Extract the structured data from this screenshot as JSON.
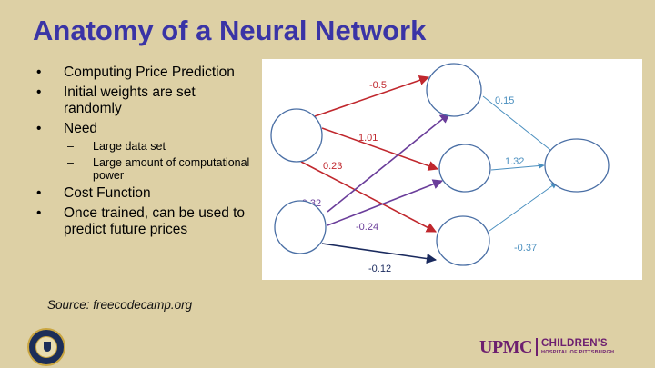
{
  "title": "Anatomy of a Neural Network",
  "bullets": [
    {
      "text": "Computing Price Prediction"
    },
    {
      "text": "Initial weights are set randomly"
    },
    {
      "text": "Need",
      "sub": [
        "Large data set",
        "Large amount of computational power"
      ]
    },
    {
      "text": "Cost Function"
    },
    {
      "text": "Once trained, can be used to predict future prices"
    }
  ],
  "bullet_marker": "•",
  "sub_marker": "–",
  "source": "Source: freecodecamp.org",
  "diagram": {
    "nodes": [
      "input-1",
      "input-2",
      "hidden-1",
      "hidden-2",
      "hidden-3",
      "output"
    ],
    "edges": [
      {
        "from": "input-1",
        "to": "hidden-1",
        "weight": "-0.5",
        "color": "#c0272d"
      },
      {
        "from": "input-1",
        "to": "hidden-2",
        "weight": "1.01",
        "color": "#c0272d"
      },
      {
        "from": "input-1",
        "to": "hidden-3",
        "weight": "0.23",
        "color": "#c0272d"
      },
      {
        "from": "input-2",
        "to": "hidden-1",
        "weight": "-0.32",
        "color": "#6a3d9a"
      },
      {
        "from": "input-2",
        "to": "hidden-2",
        "weight": "-0.24",
        "color": "#6a3d9a"
      },
      {
        "from": "input-2",
        "to": "hidden-3",
        "weight": "-0.12",
        "color": "#1a2a5e"
      },
      {
        "from": "hidden-1",
        "to": "output",
        "weight": "0.15",
        "color": "#4a8fbf"
      },
      {
        "from": "hidden-2",
        "to": "output",
        "weight": "1.32",
        "color": "#4a8fbf"
      },
      {
        "from": "hidden-3",
        "to": "output",
        "weight": "-0.37",
        "color": "#4a8fbf"
      }
    ],
    "node_stroke": "#4a6fa5"
  },
  "logo": {
    "brand": "UPMC",
    "line1": "CHILDREN'S",
    "line2": "HOSPITAL OF PITTSBURGH",
    "color": "#6d1f6f"
  },
  "colors": {
    "background": "#ddd0a5",
    "title": "#3a34a6"
  }
}
